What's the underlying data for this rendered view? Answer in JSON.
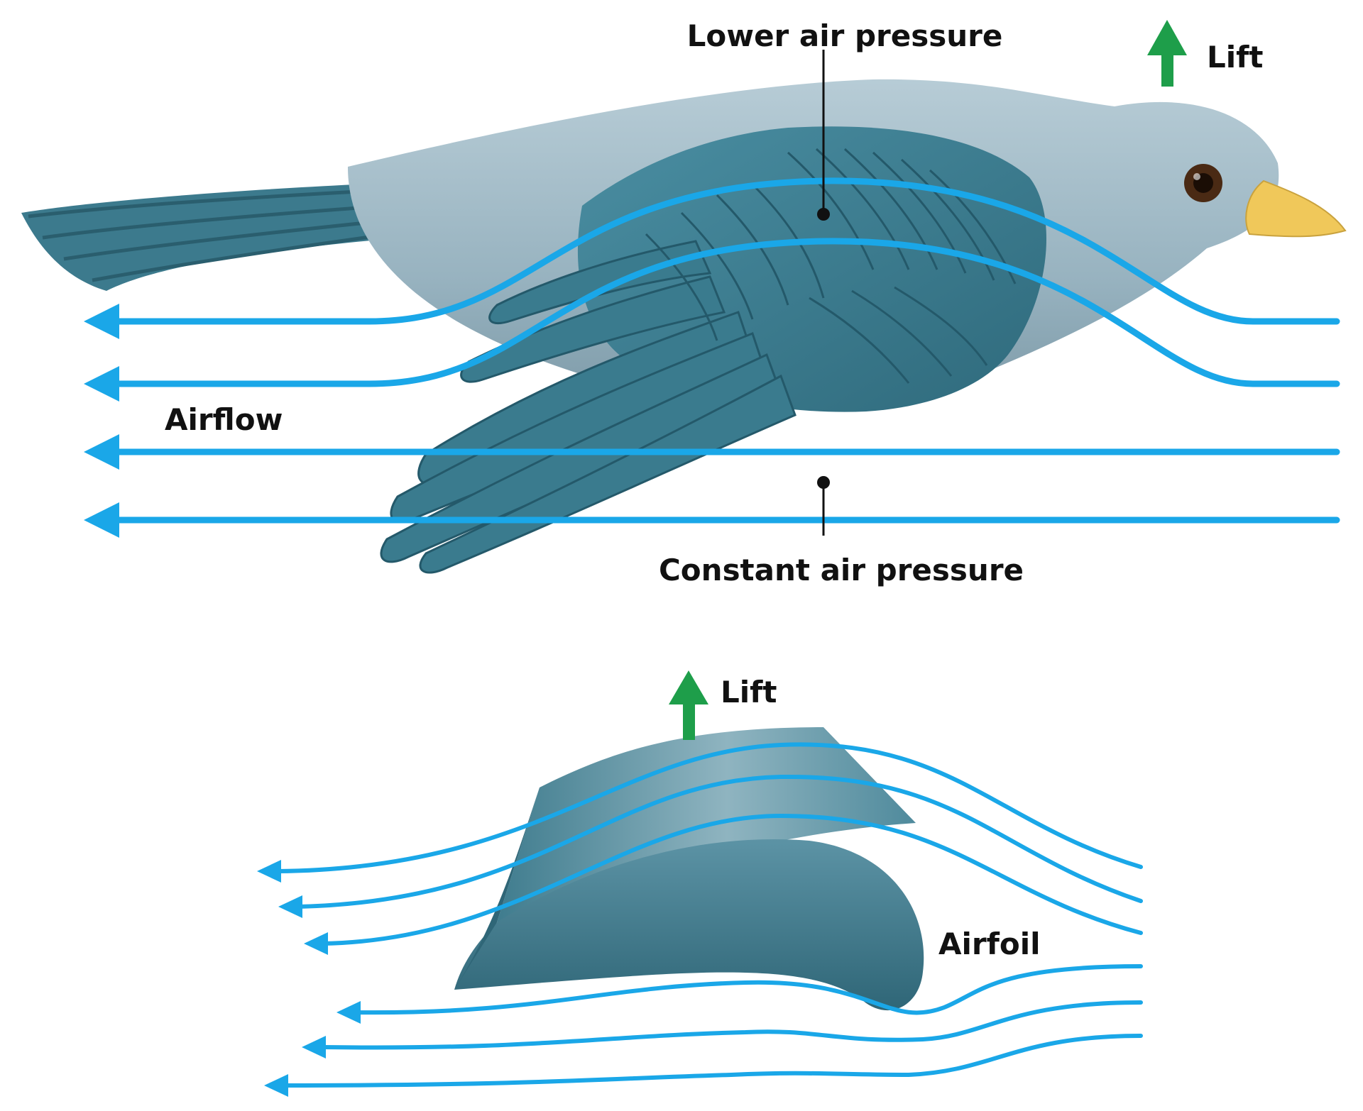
{
  "labels": {
    "lower_pressure": "Lower air pressure",
    "constant_pressure": "Constant air pressure",
    "airflow": "Airflow",
    "lift_top": "Lift",
    "lift_bottom": "Lift",
    "airfoil": "Airfoil"
  },
  "colors": {
    "airflow_line": "#1aa7e8",
    "lift_arrow": "#1e9e4a",
    "bird_body": "#9cb6c2",
    "wing_feather": "#3e7f92",
    "airfoil": "#4d8799",
    "beak": "#f0c85a",
    "label_text": "#111111"
  },
  "icons": {
    "lift_arrow": "up-arrow-icon",
    "flow_arrowhead": "left-arrowhead-icon"
  }
}
